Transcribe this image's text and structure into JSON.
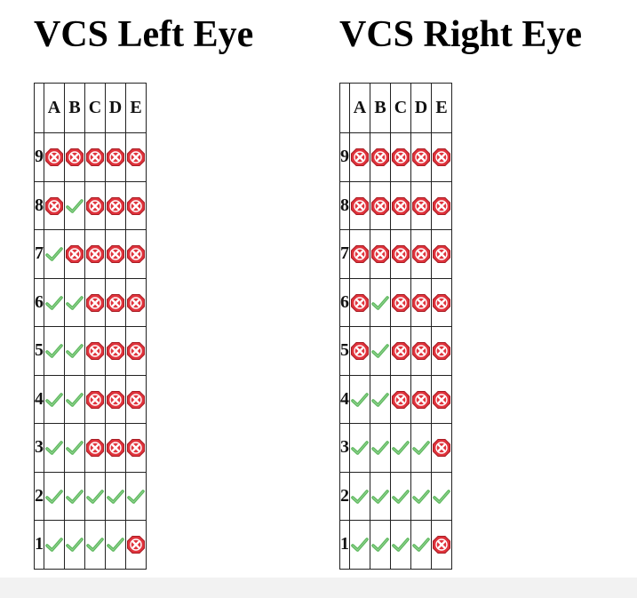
{
  "panels": [
    {
      "id": "left-eye",
      "title": "VCS Left Eye",
      "columns": [
        "A",
        "B",
        "C",
        "D",
        "E"
      ],
      "rows": [
        {
          "label": "9",
          "results": [
            "fail",
            "fail",
            "fail",
            "fail",
            "fail"
          ]
        },
        {
          "label": "8",
          "results": [
            "fail",
            "pass",
            "fail",
            "fail",
            "fail"
          ]
        },
        {
          "label": "7",
          "results": [
            "pass",
            "fail",
            "fail",
            "fail",
            "fail"
          ]
        },
        {
          "label": "6",
          "results": [
            "pass",
            "pass",
            "fail",
            "fail",
            "fail"
          ]
        },
        {
          "label": "5",
          "results": [
            "pass",
            "pass",
            "fail",
            "fail",
            "fail"
          ]
        },
        {
          "label": "4",
          "results": [
            "pass",
            "pass",
            "fail",
            "fail",
            "fail"
          ]
        },
        {
          "label": "3",
          "results": [
            "pass",
            "pass",
            "fail",
            "fail",
            "fail"
          ]
        },
        {
          "label": "2",
          "results": [
            "pass",
            "pass",
            "pass",
            "pass",
            "pass"
          ]
        },
        {
          "label": "1",
          "results": [
            "pass",
            "pass",
            "pass",
            "pass",
            "fail"
          ]
        }
      ]
    },
    {
      "id": "right-eye",
      "title": "VCS Right Eye",
      "columns": [
        "A",
        "B",
        "C",
        "D",
        "E"
      ],
      "rows": [
        {
          "label": "9",
          "results": [
            "fail",
            "fail",
            "fail",
            "fail",
            "fail"
          ]
        },
        {
          "label": "8",
          "results": [
            "fail",
            "fail",
            "fail",
            "fail",
            "fail"
          ]
        },
        {
          "label": "7",
          "results": [
            "fail",
            "fail",
            "fail",
            "fail",
            "fail"
          ]
        },
        {
          "label": "6",
          "results": [
            "fail",
            "pass",
            "fail",
            "fail",
            "fail"
          ]
        },
        {
          "label": "5",
          "results": [
            "fail",
            "pass",
            "fail",
            "fail",
            "fail"
          ]
        },
        {
          "label": "4",
          "results": [
            "pass",
            "pass",
            "fail",
            "fail",
            "fail"
          ]
        },
        {
          "label": "3",
          "results": [
            "pass",
            "pass",
            "pass",
            "pass",
            "fail"
          ]
        },
        {
          "label": "2",
          "results": [
            "pass",
            "pass",
            "pass",
            "pass",
            "pass"
          ]
        },
        {
          "label": "1",
          "results": [
            "pass",
            "pass",
            "pass",
            "pass",
            "fail"
          ]
        }
      ]
    }
  ],
  "icons": {
    "pass": "checkmark-icon",
    "fail": "error-x-icon"
  },
  "colors": {
    "pass": "#5cb85c",
    "fail": "#e0333c"
  }
}
